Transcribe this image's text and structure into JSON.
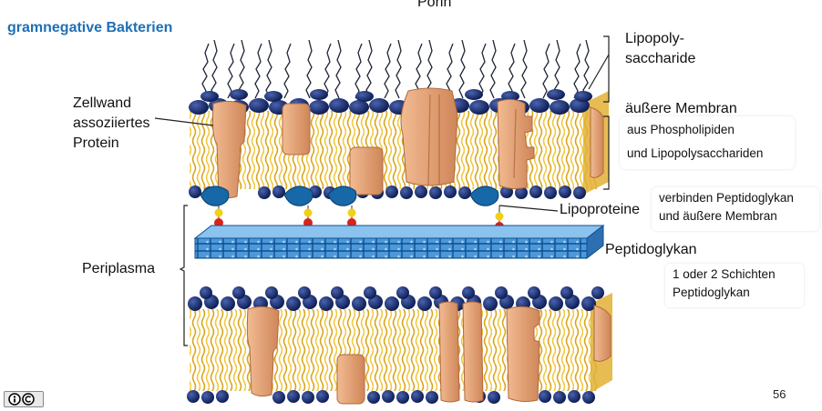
{
  "slide": {
    "title": "gramnegative Bakterien",
    "page_number": "56"
  },
  "labels": {
    "porin": "Porin",
    "lipopoly_line1": "Lipopoly-",
    "lipopoly_line2": "saccharide",
    "zellwand_line1": "Zellwand",
    "zellwand_line2": "assoziiertes",
    "zellwand_line3": "Protein",
    "aeussere_membran": "äußere Membran",
    "aus_phospholipiden": "aus Phospholipiden",
    "und_lps": "und Lipopolysacchariden",
    "lipoproteine": "Lipoproteine",
    "verbinden_line1": "verbinden Peptidoglykan",
    "verbinden_line2": "und äußere Membran",
    "peptidoglykan": "Peptidoglykan",
    "schichten_line1": "1 oder 2 Schichten",
    "schichten_line2": "Peptidoglykan",
    "periplasma": "Periplasma"
  },
  "colors": {
    "title": "#1f6fb5",
    "lipid_head": "#1a2f6e",
    "lipid_tail": "#e3b52a",
    "protein": "#e8a679",
    "lipoprotein": "#1668a8",
    "peptidoglycan": "#2a7fc8"
  }
}
